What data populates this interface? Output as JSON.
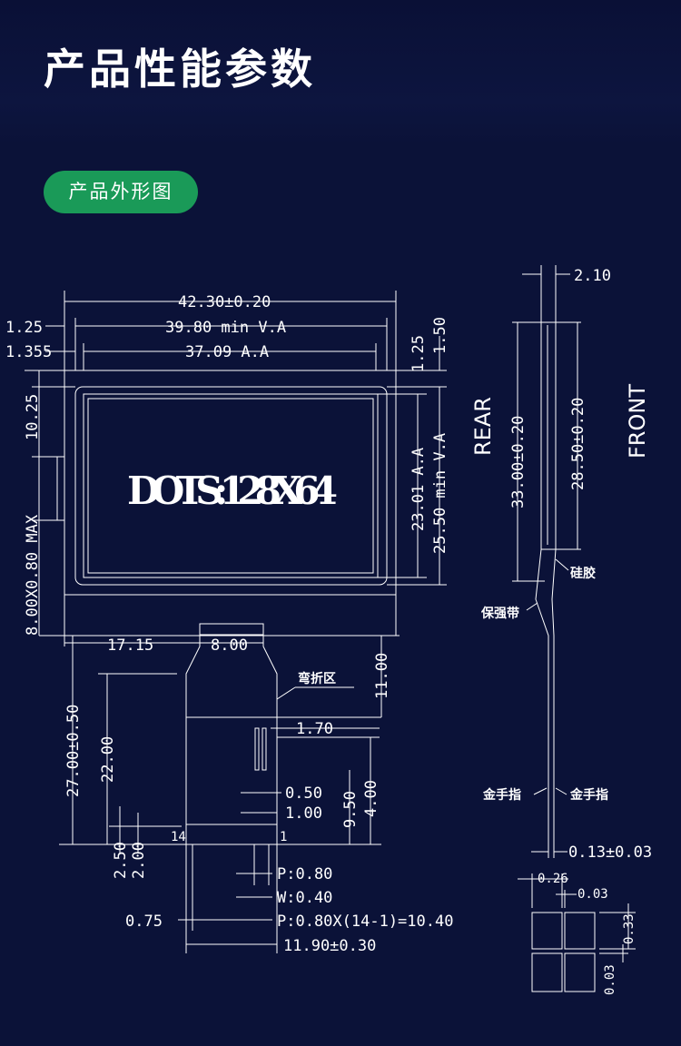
{
  "header": {
    "title": "产品性能参数"
  },
  "section": {
    "label": "产品外形图"
  },
  "drawing": {
    "outline_width": "42.30±0.20",
    "va_width": "39.80 min V.A",
    "aa_width": "37.09 A.A",
    "left_margin_1": "1.25",
    "left_margin_2": "1.355",
    "right_margin_1": "1.50",
    "right_margin_2": "1.25",
    "left_offset": "10.25",
    "aa_height": "23.01 A.A",
    "va_height": "25.50 min V.A",
    "bump_size": "8.00X0.80 MAX",
    "display_text": "DOTS:128X64",
    "fpc_offset": "17.15",
    "fpc_width": "8.00",
    "fpc_top": "11.00",
    "bend_area": "弯折区",
    "total_length": "27.00±0.50",
    "fpc_length": "22.00",
    "pad_1": "1.70",
    "pad_2": "0.50",
    "pad_3": "1.00",
    "pad_4": "9.50",
    "pad_5": "4.00",
    "dim_250": "2.50",
    "dim_200": "2.00",
    "pin_14": "14",
    "pin_1": "1",
    "pitch": "P:0.80",
    "width": "W:0.40",
    "edge": "0.75",
    "pitch_total": "P:0.80X(14-1)=10.40",
    "finger_width": "11.90±0.30",
    "thickness": "2.10",
    "rear": "REAR",
    "front": "FRONT",
    "side_h1": "33.00±0.20",
    "side_h2": "28.50±0.20",
    "silicone": "硅胶",
    "protect_tape": "保强带",
    "gold_finger_1": "金手指",
    "gold_finger_2": "金手指",
    "fpc_thick": "0.13±0.03",
    "sq_1": "0.26",
    "sq_2": "0.03",
    "sq_3": "0.33",
    "sq_4": "0.03"
  }
}
